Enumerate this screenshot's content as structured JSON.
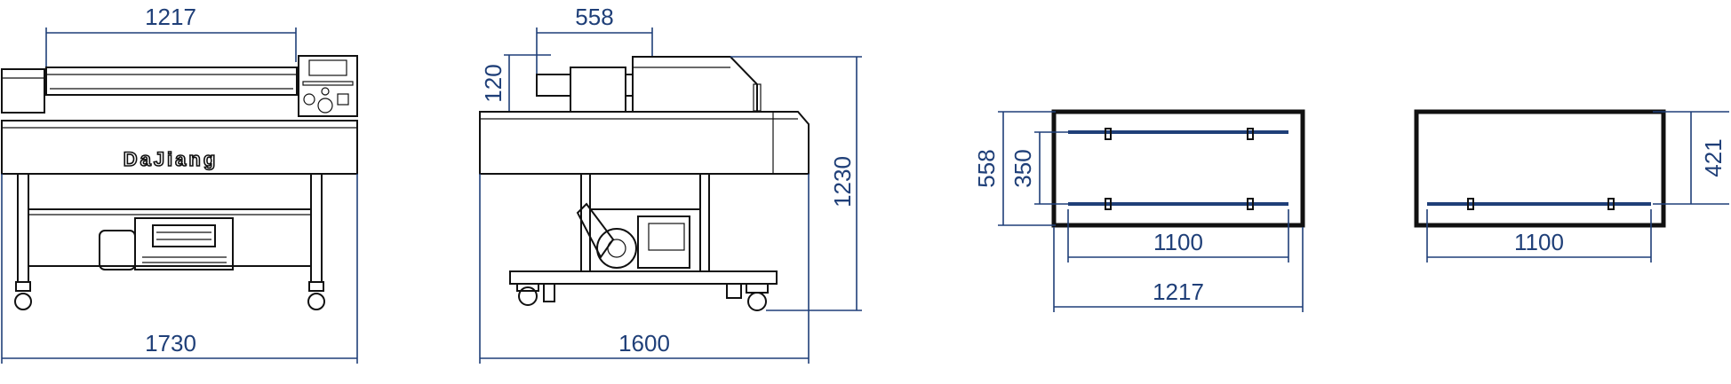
{
  "brand": "DaJiang",
  "front_view": {
    "top_width": "1217",
    "overall_width": "1730"
  },
  "side_view": {
    "top_width": "558",
    "lid_height": "120",
    "overall_height": "1230",
    "overall_depth": "1600"
  },
  "chamber_view_1": {
    "outer_depth": "558",
    "inner_depth": "350",
    "bar_length": "1100",
    "chamber_width": "1217"
  },
  "chamber_view_2": {
    "height": "421",
    "bar_length": "1100"
  },
  "colors": {
    "dimension": "#1f3f78",
    "line": "#111111",
    "background": "#ffffff"
  }
}
